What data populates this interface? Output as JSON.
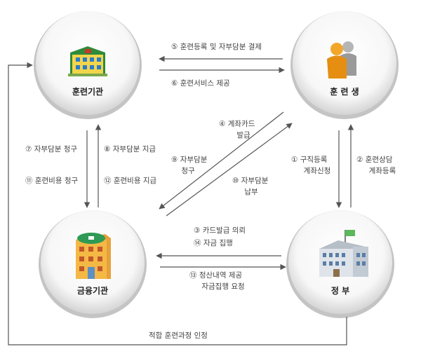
{
  "nodes": {
    "training_institution": "훈련기관",
    "trainee": "훈 련 생",
    "financial_institution": "금융기관",
    "government": "정 부"
  },
  "flows": {
    "f5": "⑤ 훈련등록 및 자부담분 결제",
    "f6": "⑥ 훈련서비스 제공",
    "f4_line1": "④ 계좌카드",
    "f4_line2": "발급",
    "f9_line1": "⑨ 자부담분",
    "f9_line2": "청구",
    "f10_line1": "⑩ 자부담분",
    "f10_line2": "납부",
    "f7": "⑦ 자부담분 청구",
    "f8": "⑧ 자부담분 지급",
    "f11": "⑪ 훈련비용 청구",
    "f12": "⑫ 훈련비용 지급",
    "f1_line1": "① 구직등록",
    "f1_line2": "계좌신청",
    "f2_line1": "② 훈련상담",
    "f2_line2": "계좌등록",
    "f3": "③ 카드발급 의뢰",
    "f14": "⑭ 자금 집행",
    "f13_line1": "⑬ 정산내역 제공",
    "f13_line2": "자금집행 요청",
    "bottom": "적합 훈련과정 인정"
  },
  "colors": {
    "circle_fill": "#ffffff",
    "circle_shadow": "#b9b9b9",
    "arrow": "#555555",
    "text": "#444444"
  }
}
